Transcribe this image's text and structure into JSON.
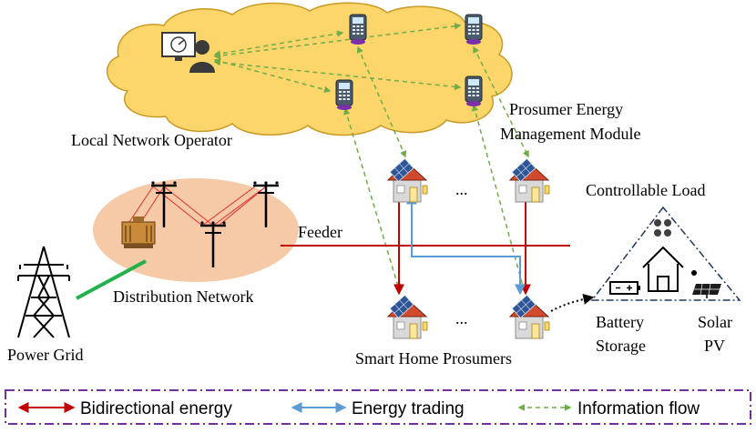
{
  "labels": {
    "local_network_operator": "Local Network Operator",
    "pemm_line1": "Prosumer Energy",
    "pemm_line2": "Management Module",
    "controllable_load": "Controllable Load",
    "feeder": "Feeder",
    "distribution_network": "Distribution Network",
    "power_grid": "Power Grid",
    "smart_home_prosumers": "Smart Home Prosumers",
    "battery_line1": "Battery",
    "battery_line2": "Storage",
    "solar_line1": "Solar",
    "solar_line2": "PV",
    "ellipsis": "..."
  },
  "legend": {
    "bidirectional": "Bidirectional energy",
    "trading": "Energy trading",
    "information": "Information flow"
  },
  "colors": {
    "cloud_fill": "#fcd56b",
    "cloud_stroke": "#c99a25",
    "distribution_fill": "#f6caa6",
    "energy_red": "#c00000",
    "trading_blue": "#5b9bd5",
    "info_green": "#70ad47",
    "grid_green": "#22b14c",
    "legend_border": "#7030a0",
    "load_border": "#1f3864",
    "roof_red": "#d14a2d",
    "panel_blue": "#2e5597",
    "house_wall": "#d9d9d9"
  },
  "icons": {
    "operator": "operator-icon",
    "meter": "smart-meter-icon",
    "house": "smart-home-icon",
    "tower": "transmission-tower-icon",
    "pole": "utility-pole-icon",
    "transformer": "transformer-icon",
    "battery": "battery-icon",
    "solar": "solar-panel-icon",
    "appliances": "appliances-icon"
  }
}
